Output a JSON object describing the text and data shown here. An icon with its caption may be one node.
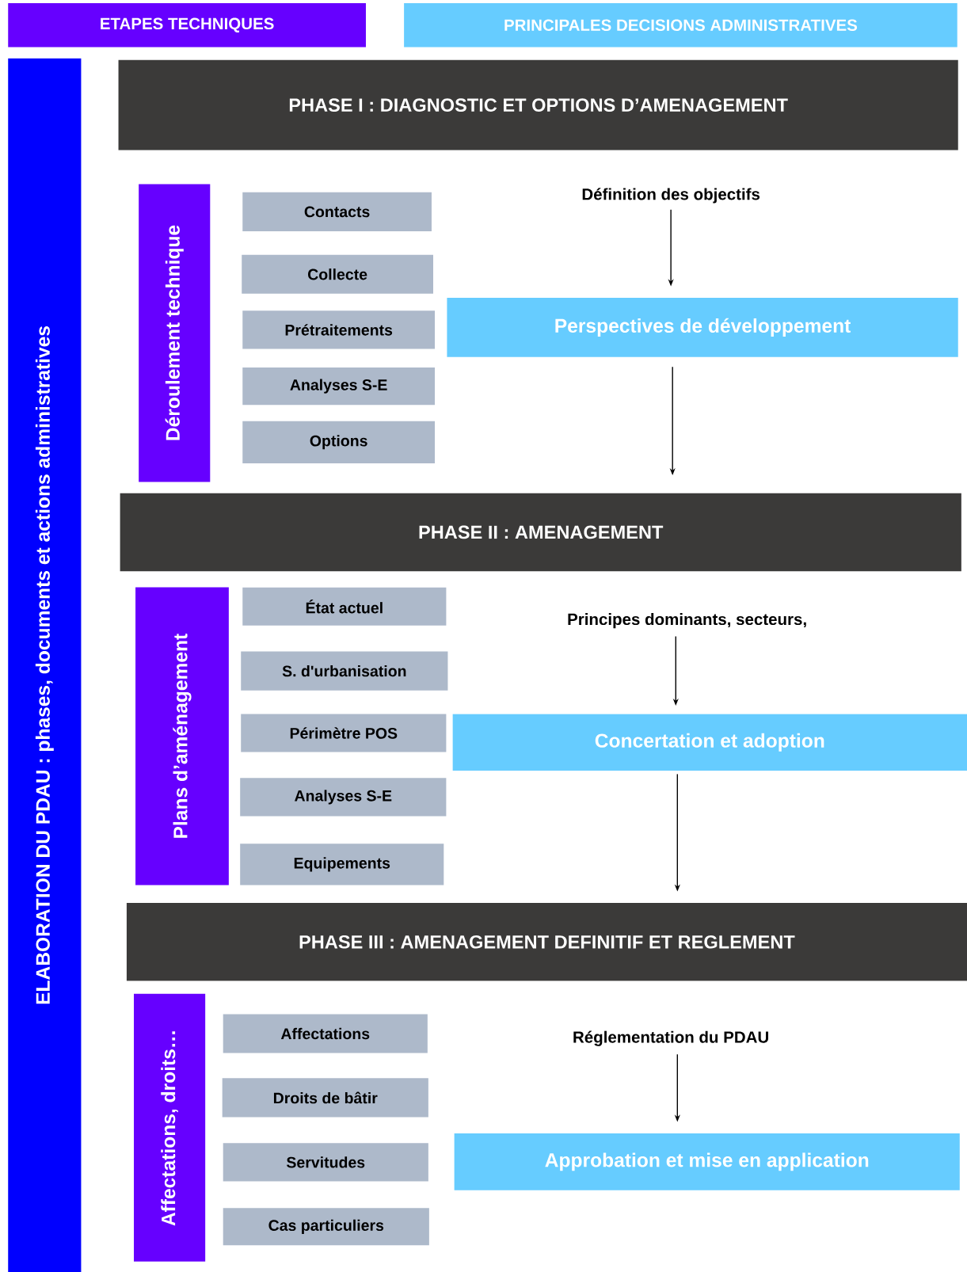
{
  "diagram": {
    "nodes": [
      {
        "text": [
          "ETAPES TECHNIQUES"
        ]
      },
      {
        "text": [
          "PRINCIPALES DECISIONS ADMINISTRATIVES"
        ]
      },
      {
        "text": [
          "ELABORATION DU PDAU : phases, documents et  actions administratives"
        ]
      },
      {
        "text": [
          "PHASE I : DIAGNOSTIC ET OPTIONS D’AMENAGEMENT"
        ]
      },
      {
        "text": [
          "Déroulement technique"
        ]
      },
      {
        "text": [
          "Contacts"
        ]
      },
      {
        "text": [
          "Collecte"
        ]
      },
      {
        "text": [
          "Prétraitements"
        ]
      },
      {
        "text": [
          "Analyses S-E"
        ]
      },
      {
        "text": [
          "Options"
        ]
      },
      {
        "text": [
          "Définition des objectifs"
        ]
      },
      {
        "text": [
          "Perspectives de développement"
        ]
      },
      {
        "text": [
          "PHASE II : AMENAGEMENT"
        ]
      },
      {
        "text": [
          "Plans d’aménagement"
        ]
      },
      {
        "text": [
          "État actuel"
        ]
      },
      {
        "text": [
          "S. d'urbanisation"
        ]
      },
      {
        "text": [
          "Périmètre POS"
        ]
      },
      {
        "text": [
          "Analyses S-E"
        ]
      },
      {
        "text": [
          "Equipements"
        ]
      },
      {
        "text": [
          "Principes dominants, secteurs,"
        ]
      },
      {
        "text": [
          "Concertation et adoption"
        ]
      },
      {
        "text": [
          "PHASE III : AMENAGEMENT DEFINITIF ET REGLEMENT"
        ]
      },
      {
        "text": [
          "Affectations, droits…"
        ]
      },
      {
        "text": [
          "Affectations"
        ]
      },
      {
        "text": [
          "Droits de bâtir"
        ]
      },
      {
        "text": [
          "Servitudes"
        ]
      },
      {
        "text": [
          "Cas  particuliers"
        ]
      },
      {
        "text": [
          "Réglementation du PDAU"
        ]
      },
      {
        "text": [
          "Approbation et mise en application"
        ]
      }
    ],
    "edges": [
      {
        "from": 10,
        "to": 11,
        "arrow": "to"
      },
      {
        "from": 11,
        "to": 12,
        "arrow": "to"
      },
      {
        "from": 19,
        "to": 20,
        "arrow": "to"
      },
      {
        "from": 20,
        "to": 21,
        "arrow": "to"
      },
      {
        "from": 27,
        "to": 28,
        "arrow": "to"
      }
    ]
  }
}
